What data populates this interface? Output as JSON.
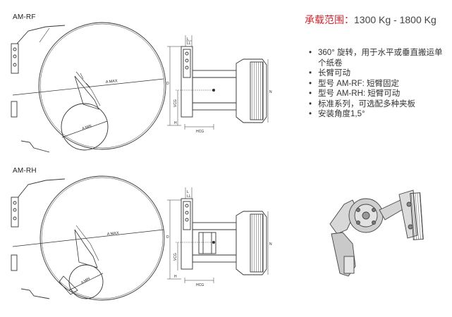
{
  "models": {
    "first": "AM-RF",
    "second": "AM-RH"
  },
  "dimension_labels": {
    "a_max": "A MAX",
    "a_min": "A MIN",
    "l": "L",
    "ll": "LL",
    "d": "D",
    "vcg": "VCG",
    "h": "H",
    "hcg": "HCG",
    "n": "N"
  },
  "capacity": {
    "label": "承载范围：",
    "value": "1300 Kg - 1800 Kg"
  },
  "features": [
    "360° 旋转，用于水平或垂直搬运单个纸卷",
    "长臂可动",
    "型号 AM-RF: 短臂固定",
    "型号 AM-RH: 短臂可动",
    "标准系列，可选配多种夹板",
    "安装角度1,5°"
  ]
}
